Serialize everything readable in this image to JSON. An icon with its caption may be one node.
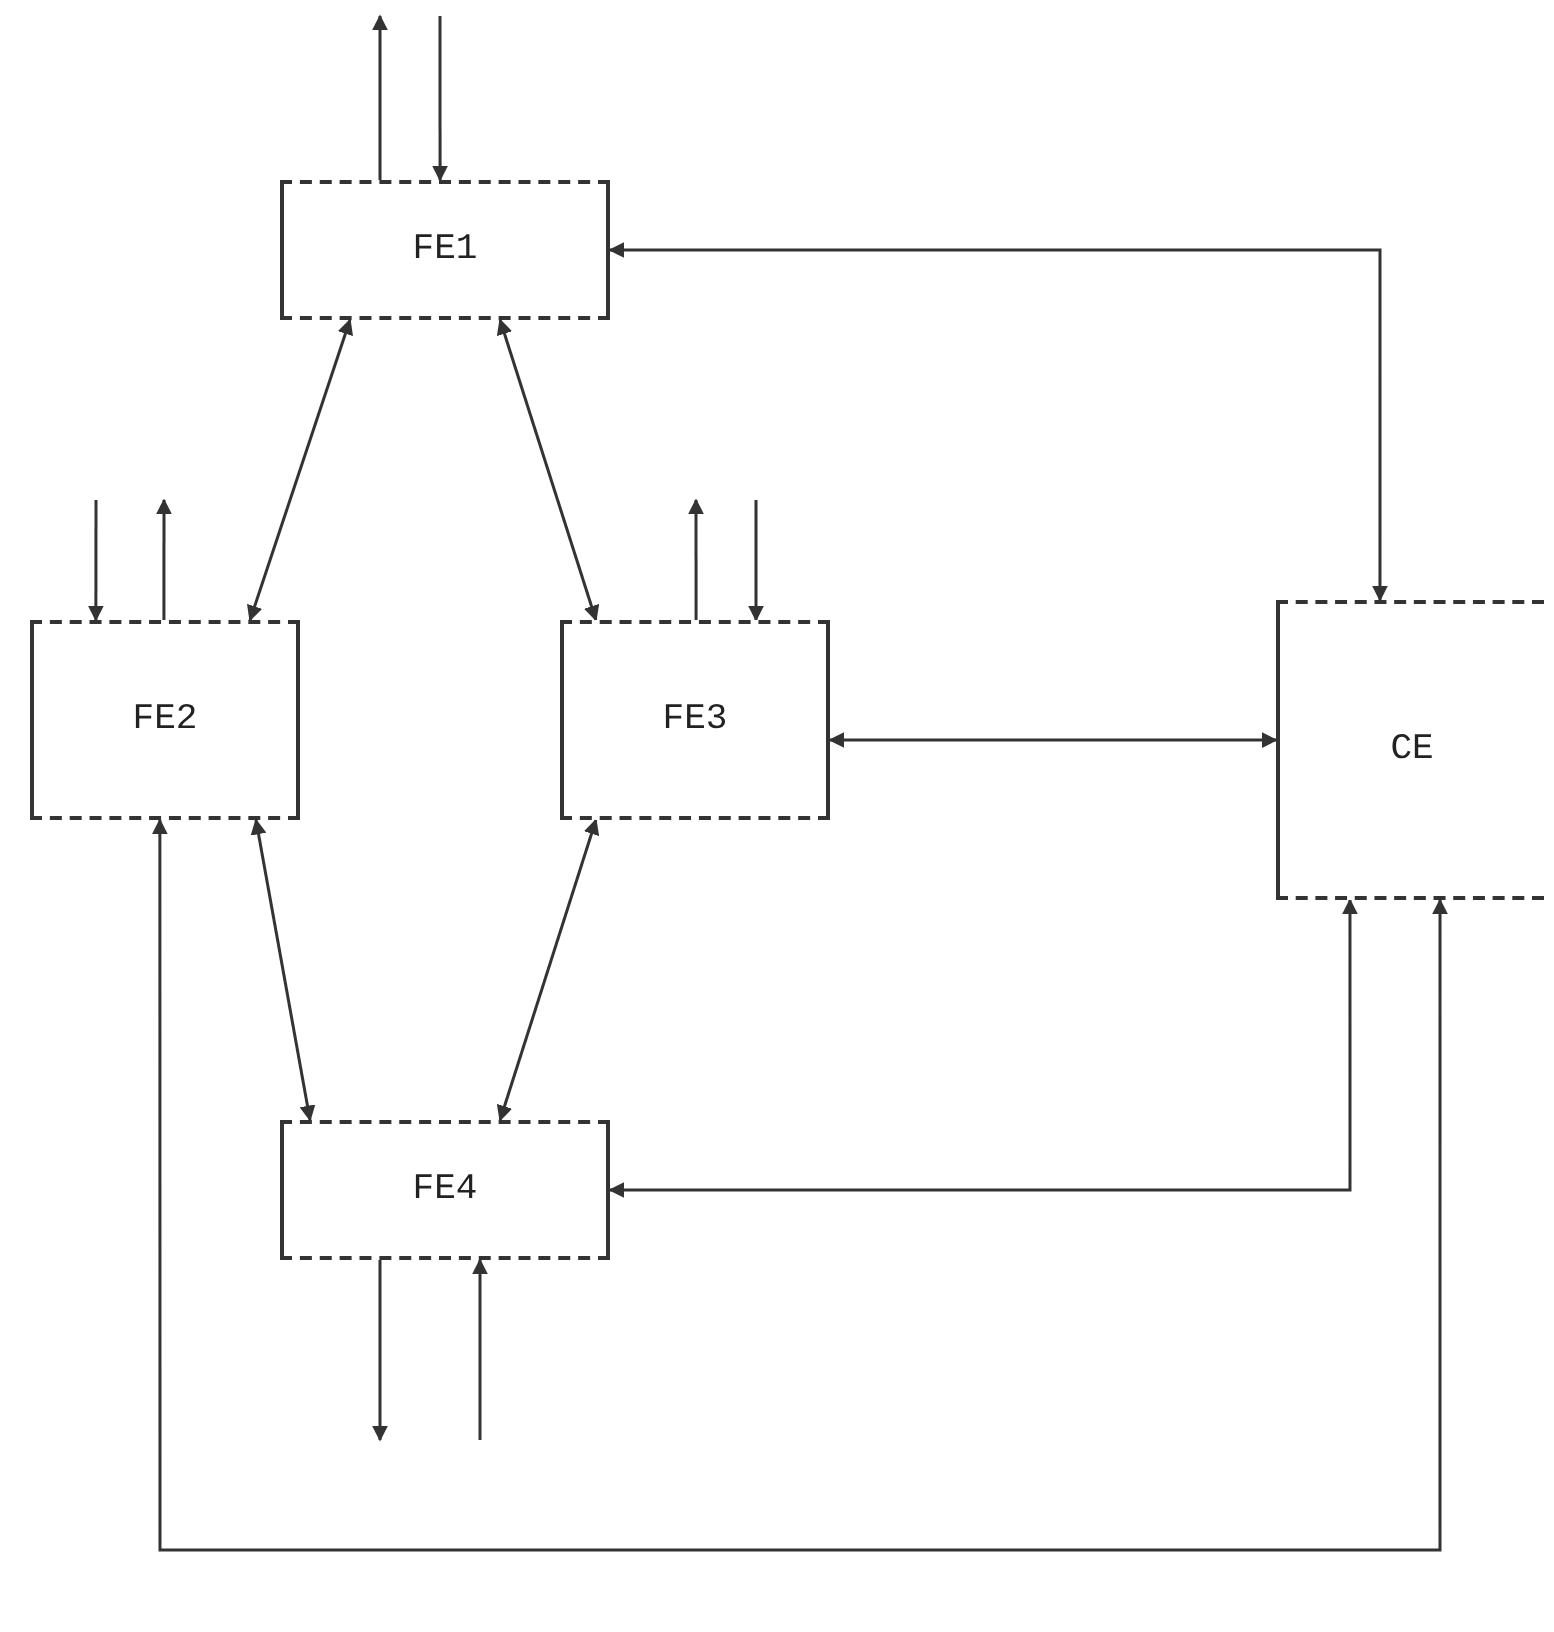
{
  "diagram": {
    "nodes": [
      {
        "text": [
          "FE1"
        ]
      },
      {
        "text": [
          "FE2"
        ]
      },
      {
        "text": [
          "FE3"
        ]
      },
      {
        "text": [
          "CE"
        ]
      },
      {
        "text": [
          "FE4"
        ]
      }
    ],
    "edges": [
      {
        "from": 0,
        "to": null,
        "arrow": "to"
      },
      {
        "from": null,
        "to": 0,
        "arrow": "to"
      },
      {
        "from": 3,
        "to": 0,
        "arrow": "both"
      },
      {
        "from": 0,
        "to": 1,
        "arrow": "both"
      },
      {
        "from": 0,
        "to": 2,
        "arrow": "both"
      },
      {
        "from": null,
        "to": 1,
        "arrow": "to"
      },
      {
        "from": 1,
        "to": null,
        "arrow": "to"
      },
      {
        "from": 2,
        "to": null,
        "arrow": "to"
      },
      {
        "from": null,
        "to": 2,
        "arrow": "to"
      },
      {
        "from": 2,
        "to": 3,
        "arrow": "both"
      },
      {
        "from": 1,
        "to": 4,
        "arrow": "both"
      },
      {
        "from": 2,
        "to": 4,
        "arrow": "both"
      },
      {
        "from": 1,
        "to": 3,
        "arrow": "both"
      },
      {
        "from": 3,
        "to": 4,
        "arrow": "both"
      },
      {
        "from": 4,
        "to": null,
        "arrow": "to"
      },
      {
        "from": null,
        "to": 4,
        "arrow": "to"
      }
    ]
  }
}
